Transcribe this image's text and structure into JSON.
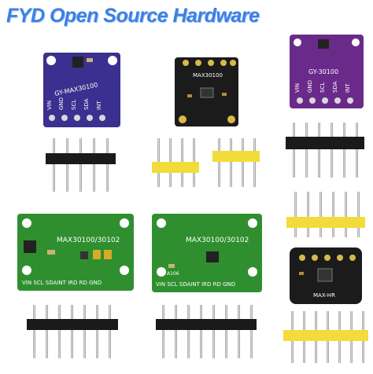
{
  "banner": {
    "text": "FYD Open Source Hardware",
    "color": "#3f7fe0"
  },
  "boards": {
    "b1": {
      "model": "GY-MAX30100",
      "pins": [
        "VIN",
        "GND",
        "SCL",
        "SDA",
        "INT"
      ],
      "color": "#3b2f8f"
    },
    "b2": {
      "model": "MAX30100",
      "color": "#1b1b1b"
    },
    "b3": {
      "model": "GY-30100",
      "pins": [
        "VIN",
        "GND",
        "SCL",
        "SDA",
        "INT"
      ],
      "color": "#6a2a8a"
    },
    "b4": {
      "model": "MAX30100/30102",
      "pins": "VIN SCL SDAINT IRD RD GND",
      "color": "#2f8f2f"
    },
    "b5": {
      "model": "MAX30100/30102",
      "pins": "VIN SCL SDAINT IRD RD GND",
      "ref": "A106",
      "color": "#2f8f2f"
    },
    "b6": {
      "model": "MAX-HR",
      "color": "#1b1b1b"
    }
  },
  "header_colors": {
    "black": "#1a1a1a",
    "yellow": "#f2dc3a",
    "pin": "#c9c9c9"
  }
}
